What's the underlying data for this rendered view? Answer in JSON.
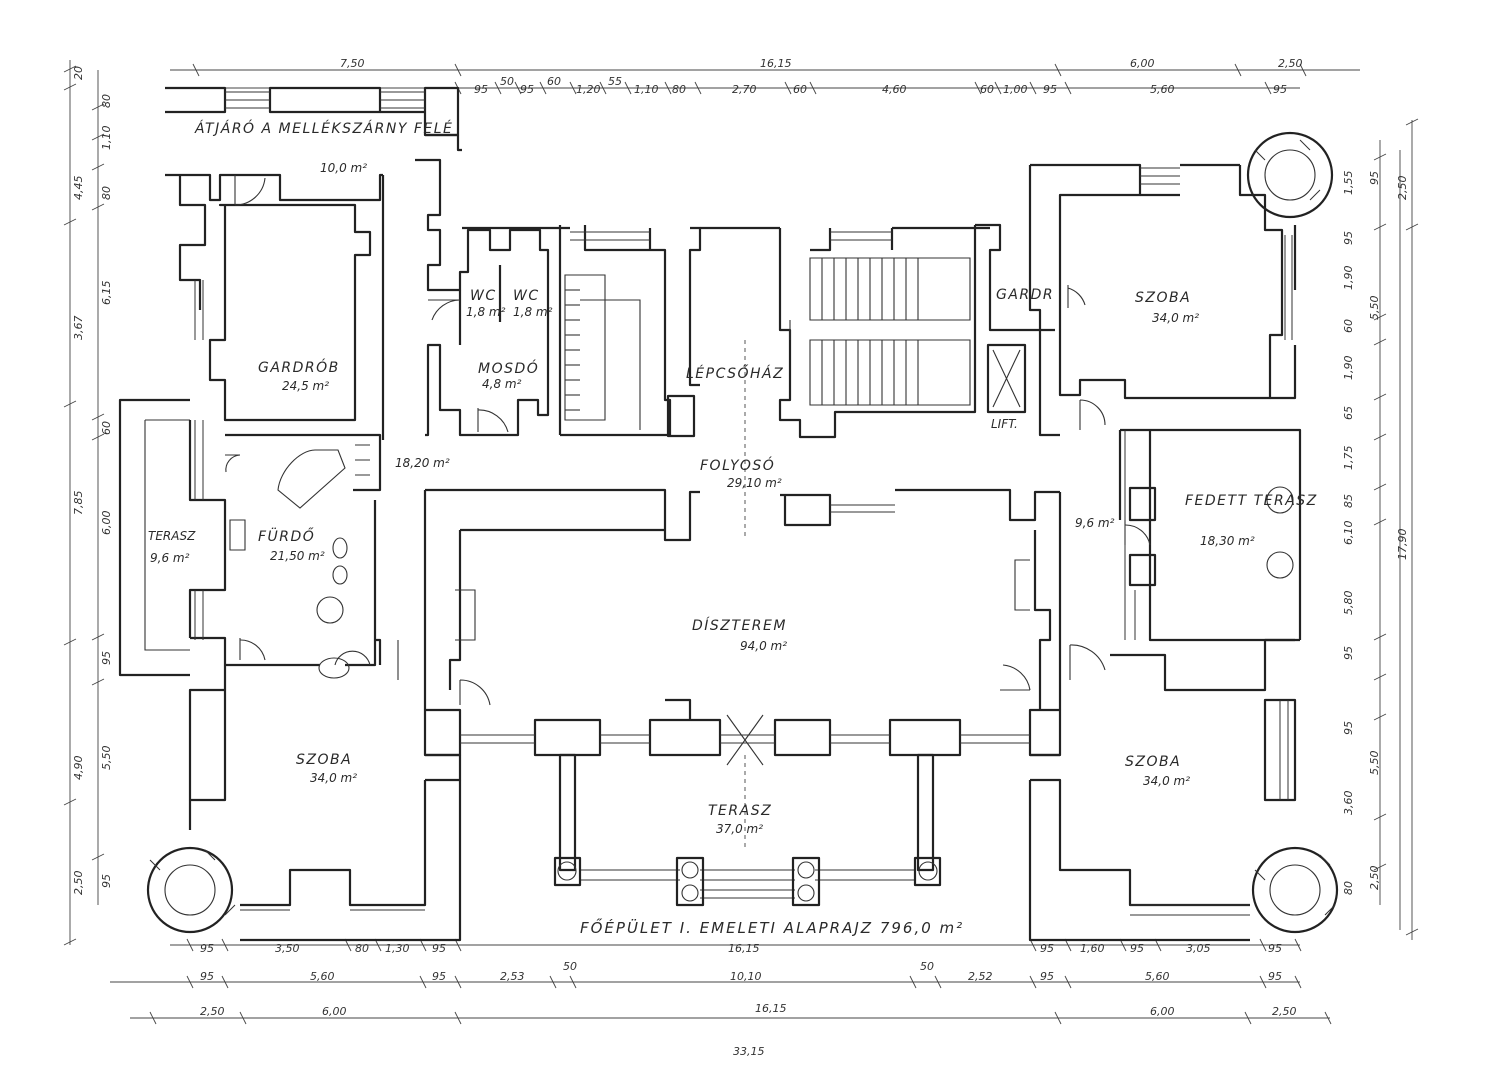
{
  "title": "FŐÉPÜLET I. EMELETI ALAPRAJZ  796,0 m²",
  "rooms": [
    {
      "key": "atjaro",
      "name": "ÁTJÁRÓ A MELLÉKSZÁRNY FELÉ",
      "area": "10,0 m²"
    },
    {
      "key": "gardrob",
      "name": "GARDRÓB",
      "area": "24,5 m²"
    },
    {
      "key": "wc1",
      "name": "WC",
      "area": "1,8 m²"
    },
    {
      "key": "wc2",
      "name": "WC",
      "area": "1,8 m²"
    },
    {
      "key": "mosdo",
      "name": "MOSDÓ",
      "area": "4,8 m²"
    },
    {
      "key": "lepcsohaz",
      "name": "LÉPCSŐHÁZ",
      "area": ""
    },
    {
      "key": "gardr",
      "name": "GARDR",
      "area": ""
    },
    {
      "key": "szoba_ne",
      "name": "SZOBA",
      "area": "34,0 m²"
    },
    {
      "key": "lift",
      "name": "LIFT.",
      "area": ""
    },
    {
      "key": "folyoso",
      "name": "FOLYOSÓ",
      "area": "29,10 m²"
    },
    {
      "key": "fedett_terasz",
      "name": "FEDETT TERASZ",
      "area": "18,30 m²"
    },
    {
      "key": "terasz_w",
      "name": "TERASZ",
      "area": "9,6 m²"
    },
    {
      "key": "furdo",
      "name": "FÜRDŐ",
      "area": "21,50 m²"
    },
    {
      "key": "disterem",
      "name": "DÍSZTEREM",
      "area": "94,0 m²"
    },
    {
      "key": "szoba_sw",
      "name": "SZOBA",
      "area": "34,0 m²"
    },
    {
      "key": "szoba_se",
      "name": "SZOBA",
      "area": "34,0 m²"
    },
    {
      "key": "terasz_s",
      "name": "TERASZ",
      "area": "37,0 m²"
    }
  ],
  "misc_labels": {
    "hall_area": "18,20 m²",
    "vestibule_area": "9,6 m²"
  },
  "dims_top_overall": [
    "7,50",
    "16,15",
    "6,00",
    "2,50"
  ],
  "dims_top_detail": [
    "95",
    "50",
    "95",
    "60",
    "1,20",
    "55",
    "1,10",
    "80",
    "2,70",
    "60",
    "4,60",
    "60",
    "1,00",
    "95",
    "5,60",
    "95"
  ],
  "dims_bottom_row1": [
    "95",
    "3,50",
    "80",
    "1,30",
    "95",
    "16,15",
    "95",
    "1,60",
    "95",
    "3,05",
    "95"
  ],
  "dims_bottom_row2": [
    "95",
    "5,60",
    "95",
    "2,53",
    "50",
    "10,10",
    "50",
    "2,52",
    "95",
    "5,60",
    "95"
  ],
  "dims_bottom_row3": [
    "2,50",
    "6,00",
    "16,15",
    "6,00",
    "2,50"
  ],
  "dims_bottom_total": "33,15",
  "dims_left_outer": [
    "20",
    "4,45",
    "3,67",
    "7,85",
    "4,90",
    "2,50"
  ],
  "dims_left_inner": [
    "80",
    "1,10",
    "80",
    "6,15",
    "60",
    "6,00",
    "95",
    "5,50",
    "95"
  ],
  "dims_right_inner": [
    "1,55",
    "95",
    "1,90",
    "60",
    "1,90",
    "65",
    "1,75",
    "85",
    "6,10",
    "5,80",
    "95",
    "95",
    "3,60",
    "80"
  ],
  "dims_right_mid": [
    "95",
    "5,50",
    "5,50",
    "2,50"
  ],
  "dims_right_outer": [
    "2,50",
    "17,90"
  ]
}
